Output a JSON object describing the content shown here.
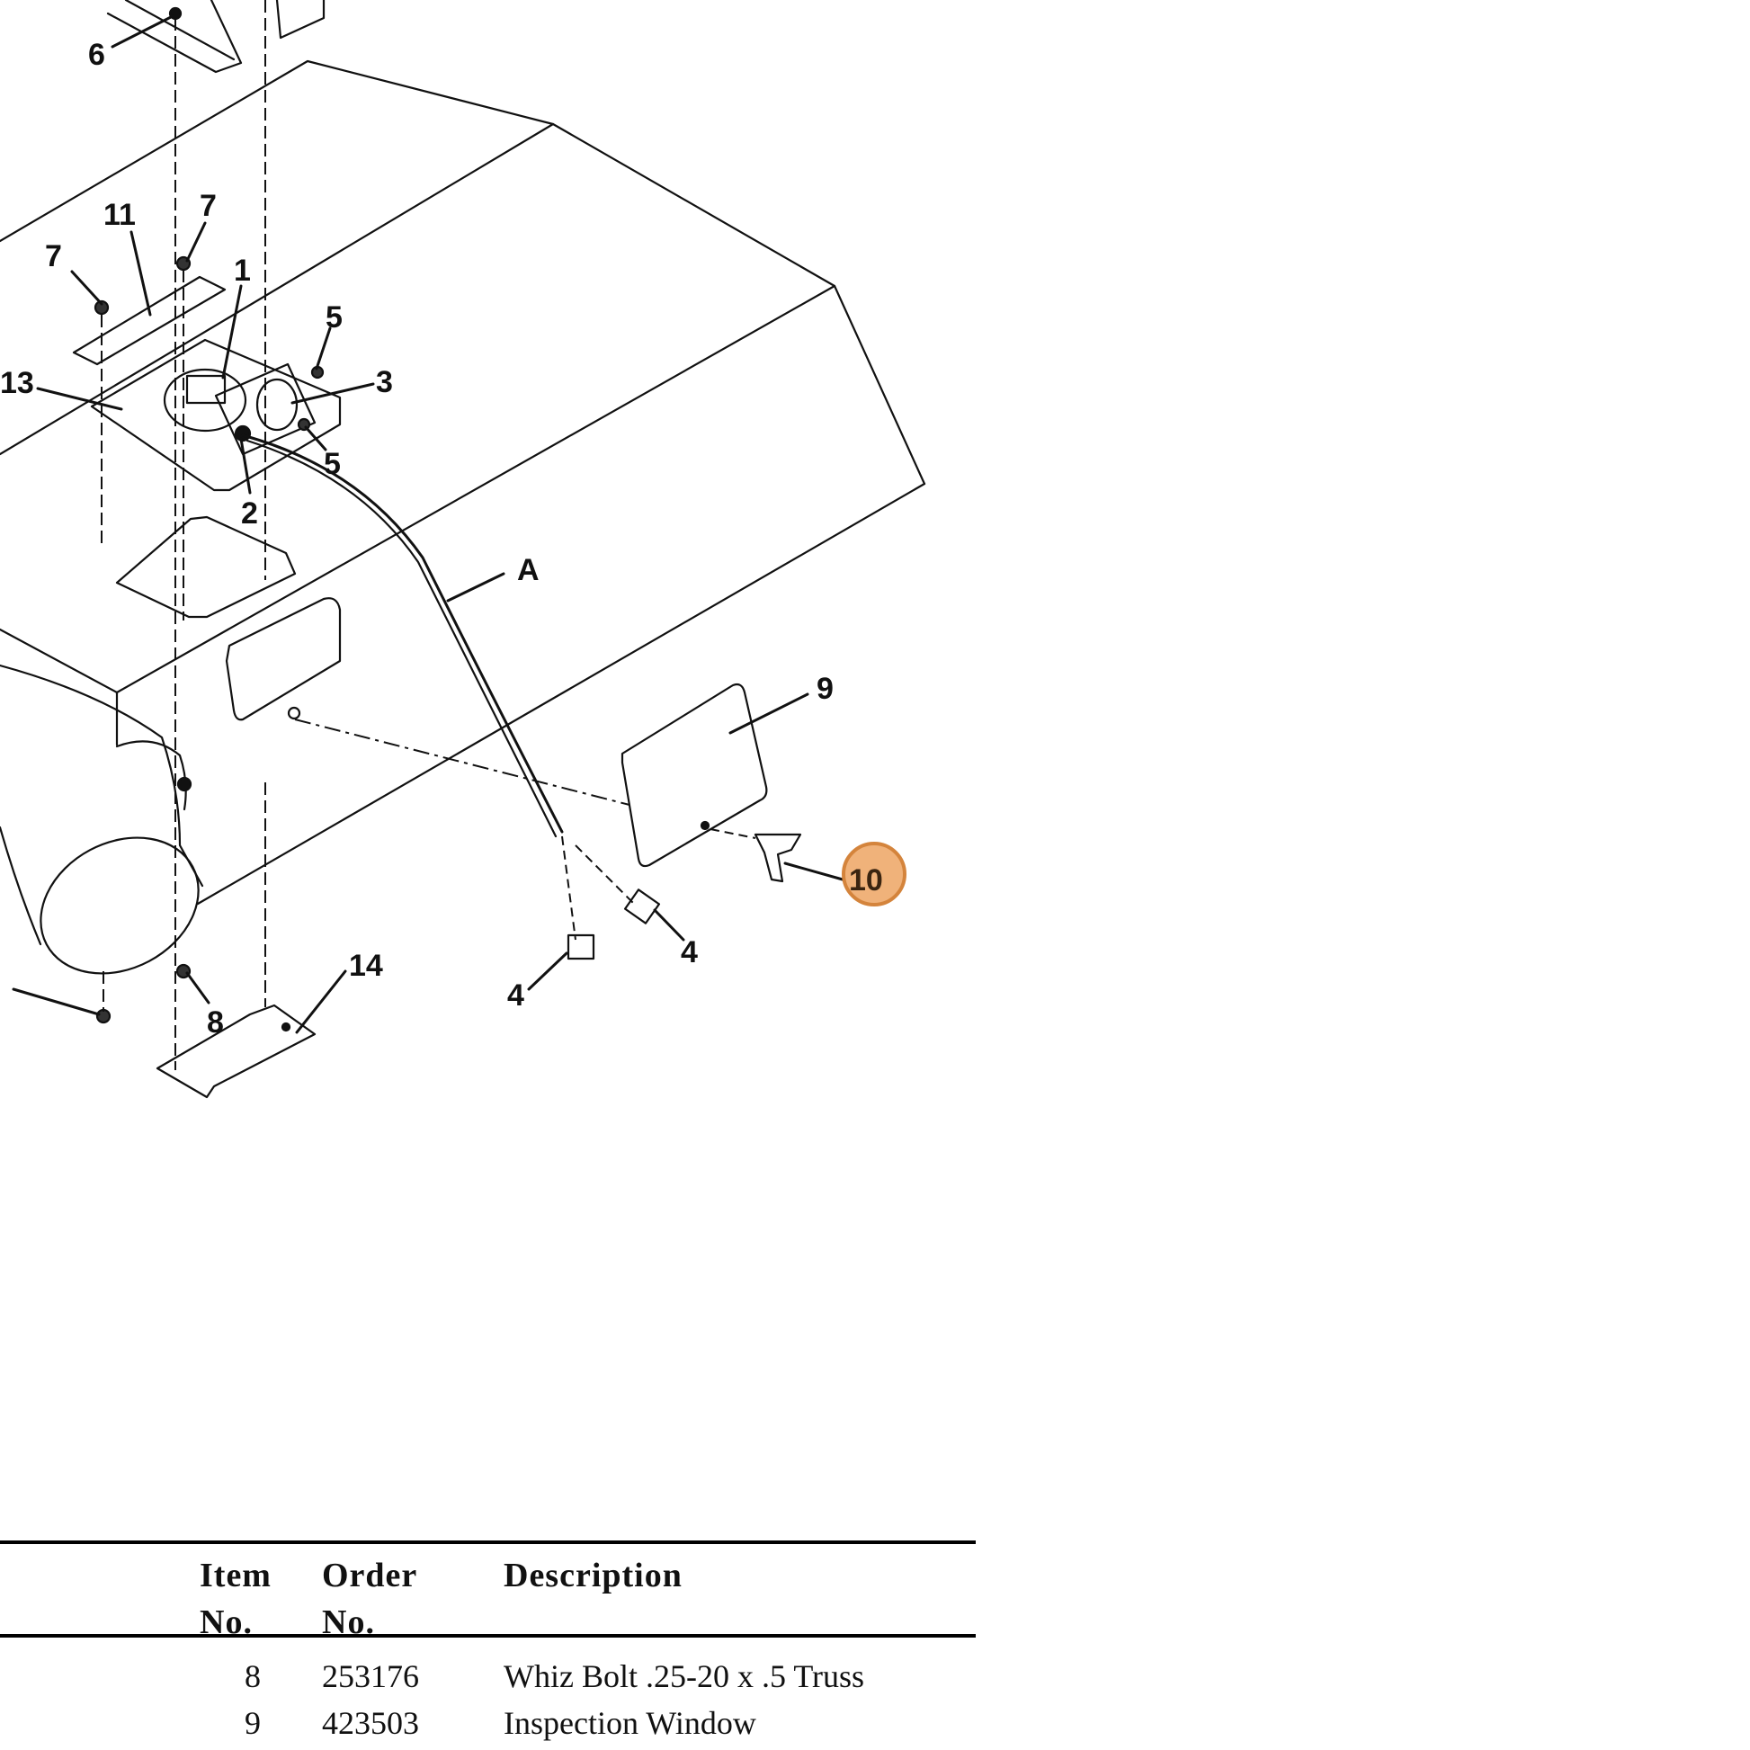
{
  "diagram": {
    "callouts": [
      {
        "id": "6",
        "label": "6"
      },
      {
        "id": "11",
        "label": "11"
      },
      {
        "id": "7a",
        "label": "7"
      },
      {
        "id": "7b",
        "label": "7"
      },
      {
        "id": "1",
        "label": "1"
      },
      {
        "id": "5a",
        "label": "5"
      },
      {
        "id": "13",
        "label": "13"
      },
      {
        "id": "3",
        "label": "3"
      },
      {
        "id": "5b",
        "label": "5"
      },
      {
        "id": "2",
        "label": "2"
      },
      {
        "id": "A",
        "label": "A"
      },
      {
        "id": "9",
        "label": "9"
      },
      {
        "id": "10",
        "label": "10"
      },
      {
        "id": "4a",
        "label": "4"
      },
      {
        "id": "4b",
        "label": "4"
      },
      {
        "id": "14",
        "label": "14"
      },
      {
        "id": "8",
        "label": "8"
      }
    ],
    "highlight_color": "#f0b27a",
    "highlight_border": "#d4843c"
  },
  "parts_table": {
    "headers": {
      "item_line1": "Item",
      "item_line2": "No.",
      "order_line1": "Order",
      "order_line2": "No.",
      "description": "Description"
    },
    "rows": [
      {
        "item": "8",
        "order": "253176",
        "description": "Whiz Bolt .25-20 x .5 Truss"
      },
      {
        "item": "9",
        "order": "423503",
        "description": "Inspection Window"
      }
    ]
  }
}
